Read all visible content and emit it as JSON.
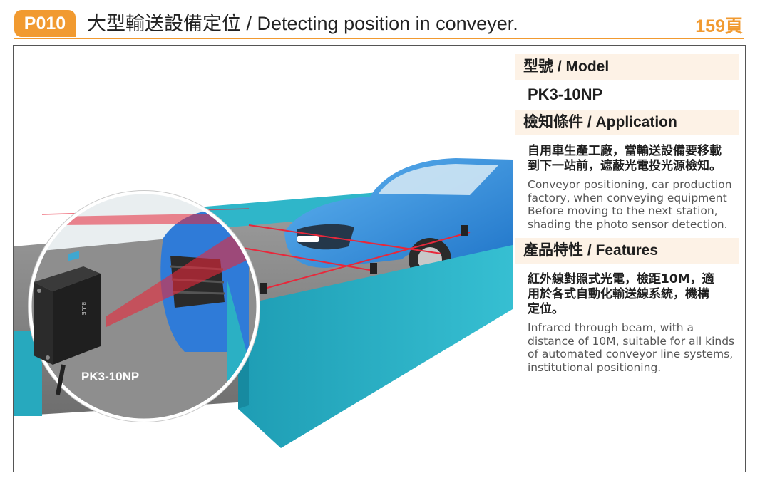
{
  "header": {
    "code": "P010",
    "title": "大型輸送設備定位 / Detecting position in conveyer.",
    "page": "159頁"
  },
  "illustration": {
    "sensor_label": "PK3-10NP",
    "sensor_text": "BLUE",
    "colors": {
      "wall": "#2bb0c4",
      "floor": "#7b7b7b",
      "car": "#2f8ee0",
      "beam": "#e8283b",
      "sensor": "#1f1f1f"
    }
  },
  "panel": {
    "model": {
      "heading": "型號 / Model",
      "value": "PK3-10NP"
    },
    "application": {
      "heading": "檢知條件 / Application",
      "zh_lines": [
        "自用車生產工廠，當輸送設備要移載",
        "到下一站前，遮蔽光電投光源檢知。"
      ],
      "en_lines": [
        "Conveyor positioning, car production",
        "factory, when conveying equipment",
        "Before moving to the next station,",
        "shading the photo sensor detection."
      ]
    },
    "features": {
      "heading": "產品特性 / Features",
      "zh_lines": [
        "紅外線對照式光電，檢距10M，適",
        "用於各式自動化輸送線系統，機構",
        "定位。"
      ],
      "en_lines": [
        "Infrared through beam, with a",
        "distance of 10M, suitable for all kinds",
        "of automated conveyor line systems,",
        "institutional positioning."
      ]
    }
  }
}
